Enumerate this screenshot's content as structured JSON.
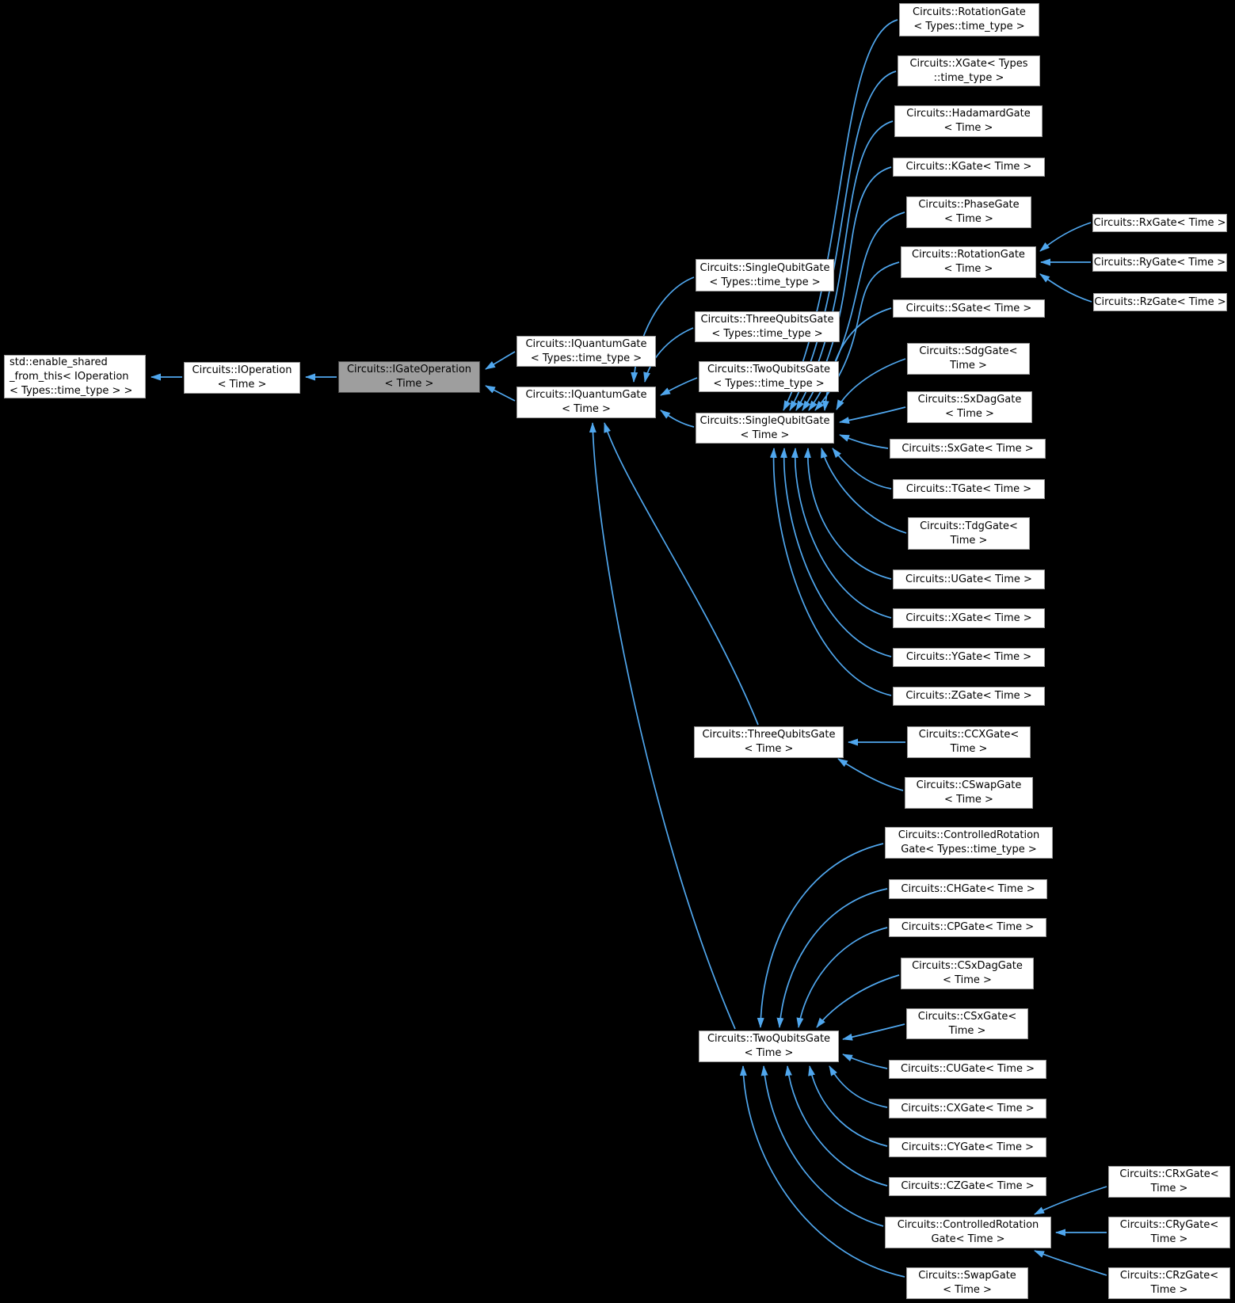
{
  "theme": {
    "background": "#000000",
    "arrow_color": "#50a7ee",
    "node_fill": "#ffffff",
    "node_border": "#9a9a9a",
    "selected_node_fill": "#9e9e9e",
    "selected_node_border": "#4d4d4d",
    "text_color": "#000000"
  },
  "nodes": {
    "enable_shared_from_this": {
      "label": "std::enable_shared\n_from_this< IOperation\n< Types::time_type > >"
    },
    "ioperation_time": {
      "label": "Circuits::IOperation\n< Time >"
    },
    "igateoperation_time": {
      "label": "Circuits::IGateOperation\n< Time >",
      "selected": true
    },
    "iquantumgate_types": {
      "label": "Circuits::IQuantumGate\n< Types::time_type >"
    },
    "iquantumgate_time": {
      "label": "Circuits::IQuantumGate\n< Time >"
    },
    "singlequbitgate_types": {
      "label": "Circuits::SingleQubitGate\n< Types::time_type >"
    },
    "threequbitsgate_types": {
      "label": "Circuits::ThreeQubitsGate\n< Types::time_type >"
    },
    "twoqubitsgate_types": {
      "label": "Circuits::TwoQubitsGate\n< Types::time_type >"
    },
    "singlequbitgate_time": {
      "label": "Circuits::SingleQubitGate\n< Time >"
    },
    "threequbitsgate_time": {
      "label": "Circuits::ThreeQubitsGate\n< Time >"
    },
    "twoqubitsgate_time": {
      "label": "Circuits::TwoQubitsGate\n< Time >"
    },
    "rotationgate_types": {
      "label": "Circuits::RotationGate\n< Types::time_type >"
    },
    "xgate_types": {
      "label": "Circuits::XGate< Types\n::time_type >"
    },
    "hadamardgate_time": {
      "label": "Circuits::HadamardGate\n< Time >"
    },
    "kgate_time": {
      "label": "Circuits::KGate< Time >"
    },
    "phasegate_time": {
      "label": "Circuits::PhaseGate\n< Time >"
    },
    "rotationgate_time": {
      "label": "Circuits::RotationGate\n< Time >"
    },
    "sgate_time": {
      "label": "Circuits::SGate< Time >"
    },
    "sdggate_time": {
      "label": "Circuits::SdgGate<\nTime >"
    },
    "sxdaggate_time": {
      "label": "Circuits::SxDagGate\n< Time >"
    },
    "sxgate_time": {
      "label": "Circuits::SxGate< Time >"
    },
    "tgate_time": {
      "label": "Circuits::TGate< Time >"
    },
    "tdggate_time": {
      "label": "Circuits::TdgGate<\nTime >"
    },
    "ugate_time": {
      "label": "Circuits::UGate< Time >"
    },
    "xgate_time": {
      "label": "Circuits::XGate< Time >"
    },
    "ygate_time": {
      "label": "Circuits::YGate< Time >"
    },
    "zgate_time": {
      "label": "Circuits::ZGate< Time >"
    },
    "ccxgate_time": {
      "label": "Circuits::CCXGate<\nTime >"
    },
    "cswapgate_time": {
      "label": "Circuits::CSwapGate\n< Time >"
    },
    "controlledrotationgate_types": {
      "label": "Circuits::ControlledRotation\nGate< Types::time_type >"
    },
    "chgate_time": {
      "label": "Circuits::CHGate< Time >"
    },
    "cpgate_time": {
      "label": "Circuits::CPGate< Time >"
    },
    "csxdaggate_time": {
      "label": "Circuits::CSxDagGate\n< Time >"
    },
    "csxgate_time": {
      "label": "Circuits::CSxGate<\nTime >"
    },
    "cugate_time": {
      "label": "Circuits::CUGate< Time >"
    },
    "cxgate_time": {
      "label": "Circuits::CXGate< Time >"
    },
    "cygate_time": {
      "label": "Circuits::CYGate< Time >"
    },
    "czgate_time": {
      "label": "Circuits::CZGate< Time >"
    },
    "controlledrotationgate_time": {
      "label": "Circuits::ControlledRotation\nGate< Time >"
    },
    "swapgate_time": {
      "label": "Circuits::SwapGate\n< Time >"
    },
    "rxgate_time": {
      "label": "Circuits::RxGate< Time >"
    },
    "rygate_time": {
      "label": "Circuits::RyGate< Time >"
    },
    "rzgate_time": {
      "label": "Circuits::RzGate< Time >"
    },
    "crxgate_time": {
      "label": "Circuits::CRxGate<\nTime >"
    },
    "crygate_time": {
      "label": "Circuits::CRyGate<\nTime >"
    },
    "crzgate_time": {
      "label": "Circuits::CRzGate<\nTime >"
    }
  },
  "inheritance": [
    {
      "derived": "ioperation_time",
      "base": "enable_shared_from_this"
    },
    {
      "derived": "igateoperation_time",
      "base": "ioperation_time"
    },
    {
      "derived": "iquantumgate_types",
      "base": "igateoperation_time"
    },
    {
      "derived": "iquantumgate_time",
      "base": "igateoperation_time"
    },
    {
      "derived": "singlequbitgate_types",
      "base": "iquantumgate_time"
    },
    {
      "derived": "threequbitsgate_types",
      "base": "iquantumgate_time"
    },
    {
      "derived": "twoqubitsgate_types",
      "base": "iquantumgate_time"
    },
    {
      "derived": "singlequbitgate_time",
      "base": "iquantumgate_time"
    },
    {
      "derived": "threequbitsgate_time",
      "base": "iquantumgate_time"
    },
    {
      "derived": "twoqubitsgate_time",
      "base": "iquantumgate_time"
    },
    {
      "derived": "rotationgate_types",
      "base": "singlequbitgate_time"
    },
    {
      "derived": "xgate_types",
      "base": "singlequbitgate_time"
    },
    {
      "derived": "hadamardgate_time",
      "base": "singlequbitgate_time"
    },
    {
      "derived": "kgate_time",
      "base": "singlequbitgate_time"
    },
    {
      "derived": "phasegate_time",
      "base": "singlequbitgate_time"
    },
    {
      "derived": "rotationgate_time",
      "base": "singlequbitgate_time"
    },
    {
      "derived": "sgate_time",
      "base": "singlequbitgate_time"
    },
    {
      "derived": "sdggate_time",
      "base": "singlequbitgate_time"
    },
    {
      "derived": "sxdaggate_time",
      "base": "singlequbitgate_time"
    },
    {
      "derived": "sxgate_time",
      "base": "singlequbitgate_time"
    },
    {
      "derived": "tgate_time",
      "base": "singlequbitgate_time"
    },
    {
      "derived": "tdggate_time",
      "base": "singlequbitgate_time"
    },
    {
      "derived": "ugate_time",
      "base": "singlequbitgate_time"
    },
    {
      "derived": "xgate_time",
      "base": "singlequbitgate_time"
    },
    {
      "derived": "ygate_time",
      "base": "singlequbitgate_time"
    },
    {
      "derived": "zgate_time",
      "base": "singlequbitgate_time"
    },
    {
      "derived": "rxgate_time",
      "base": "rotationgate_time"
    },
    {
      "derived": "rygate_time",
      "base": "rotationgate_time"
    },
    {
      "derived": "rzgate_time",
      "base": "rotationgate_time"
    },
    {
      "derived": "ccxgate_time",
      "base": "threequbitsgate_time"
    },
    {
      "derived": "cswapgate_time",
      "base": "threequbitsgate_time"
    },
    {
      "derived": "controlledrotationgate_types",
      "base": "twoqubitsgate_time"
    },
    {
      "derived": "chgate_time",
      "base": "twoqubitsgate_time"
    },
    {
      "derived": "cpgate_time",
      "base": "twoqubitsgate_time"
    },
    {
      "derived": "csxdaggate_time",
      "base": "twoqubitsgate_time"
    },
    {
      "derived": "csxgate_time",
      "base": "twoqubitsgate_time"
    },
    {
      "derived": "cugate_time",
      "base": "twoqubitsgate_time"
    },
    {
      "derived": "cxgate_time",
      "base": "twoqubitsgate_time"
    },
    {
      "derived": "cygate_time",
      "base": "twoqubitsgate_time"
    },
    {
      "derived": "czgate_time",
      "base": "twoqubitsgate_time"
    },
    {
      "derived": "controlledrotationgate_time",
      "base": "twoqubitsgate_time"
    },
    {
      "derived": "swapgate_time",
      "base": "twoqubitsgate_time"
    },
    {
      "derived": "crxgate_time",
      "base": "controlledrotationgate_time"
    },
    {
      "derived": "crygate_time",
      "base": "controlledrotationgate_time"
    },
    {
      "derived": "crzgate_time",
      "base": "controlledrotationgate_time"
    }
  ]
}
